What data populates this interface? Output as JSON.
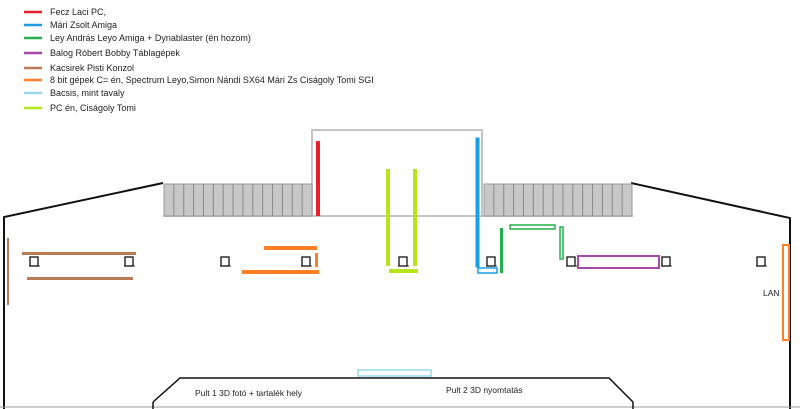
{
  "legend": [
    {
      "label": "Fecz Laci PC,",
      "color": "#e8202a"
    },
    {
      "label": "Mári Zsolt Amiga",
      "color": "#1a9ee0"
    },
    {
      "label": "Ley András Leyo Amiga + Dynablaster (én hozom)",
      "color": "#22b14c"
    },
    {
      "label": "Balog Róbert Bobby Táblagépek",
      "color": "#a54aa8"
    },
    {
      "label": " Kacsirek Pisti Konzol",
      "color": "#b97a57"
    },
    {
      "label": "8 bit gépek C= én, Spectrum Leyo,Simon Nándi SX64 Mári Zs Ciságoly Tomi SGI",
      "color": "#ff7f27"
    },
    {
      "label": "Bacsis, mint tavaly",
      "color": "#99d9ea"
    },
    {
      "label": "PC én, Ciságoly Tomi",
      "color": "#b5e61d"
    }
  ],
  "labels": {
    "lan": "LAN",
    "pult1": "Pult 1 3D fotó + tartalék hely",
    "pult2": "Pult 2 3D nyomtatás"
  }
}
